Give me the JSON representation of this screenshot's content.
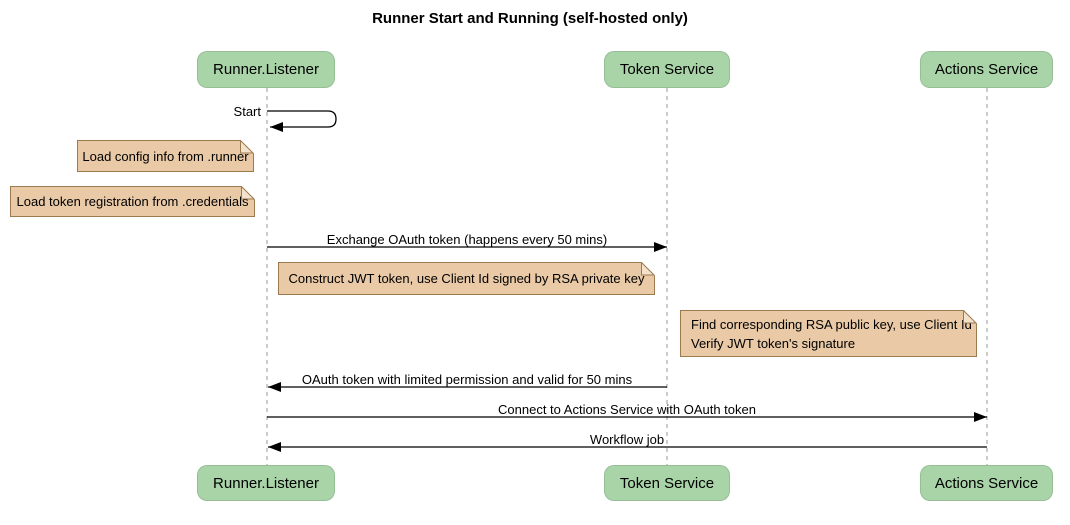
{
  "diagram": {
    "title": "Runner Start and Running (self-hosted only)",
    "participants": [
      {
        "name": "Runner.Listener"
      },
      {
        "name": "Token Service"
      },
      {
        "name": "Actions Service"
      }
    ],
    "messages": [
      {
        "label": "Start",
        "from": "Runner.Listener",
        "to": "Runner.Listener",
        "type": "self"
      },
      {
        "label": "Exchange OAuth token (happens every 50 mins)",
        "from": "Runner.Listener",
        "to": "Token Service",
        "type": "solid"
      },
      {
        "label": "OAuth token with limited permission and valid for 50 mins",
        "from": "Token Service",
        "to": "Runner.Listener",
        "type": "solid"
      },
      {
        "label": "Connect to Actions Service with OAuth token",
        "from": "Runner.Listener",
        "to": "Actions Service",
        "type": "solid"
      },
      {
        "label": "Workflow job",
        "from": "Actions Service",
        "to": "Runner.Listener",
        "type": "solid"
      }
    ],
    "notes": [
      {
        "text": "Load config info from .runner",
        "position": "left of Runner.Listener"
      },
      {
        "text": "Load token registration from .credentials",
        "position": "left of Runner.Listener"
      },
      {
        "text": "Construct JWT token, use Client Id signed by RSA private key",
        "position": "over Runner.Listener and Token Service"
      },
      {
        "lines": [
          "Find corresponding RSA public key, use Client Id",
          "Verify JWT token's signature"
        ],
        "position": "over Actions Service"
      }
    ],
    "colors": {
      "participant_fill": "#a8d4a8",
      "note_fill": "#e9c9a6",
      "note_border": "#9c7a50",
      "note_fold": "#f2e2cb",
      "lifeline": "#999999",
      "arrow": "#000000",
      "background": "#ffffff",
      "text": "#000000"
    }
  }
}
